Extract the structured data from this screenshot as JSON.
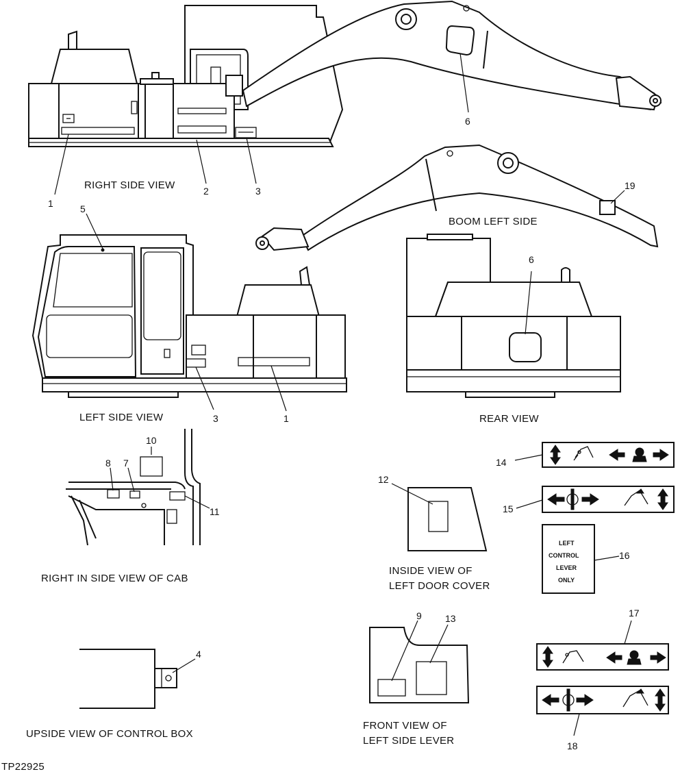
{
  "views": {
    "right_side": "RIGHT SIDE VIEW",
    "boom_left": "BOOM LEFT SIDE",
    "left_side": "LEFT SIDE VIEW",
    "rear": "REAR VIEW",
    "right_inside_cab": "RIGHT IN SIDE VIEW OF CAB",
    "inside_left_door_1": "INSIDE VIEW OF",
    "inside_left_door_2": "LEFT DOOR COVER",
    "upside_control_box": "UPSIDE VIEW OF CONTROL BOX",
    "front_left_lever_1": "FRONT VIEW OF",
    "front_left_lever_2": "LEFT SIDE LEVER"
  },
  "callouts": {
    "rs_1": "1",
    "rs_2": "2",
    "rs_3": "3",
    "rs_6": "6",
    "bl_19": "19",
    "ls_5": "5",
    "ls_3": "3",
    "ls_1": "1",
    "rv_6": "6",
    "cab_10": "10",
    "cab_8": "8",
    "cab_7": "7",
    "cab_11": "11",
    "cb_4": "4",
    "dc_12": "12",
    "lv_9": "9",
    "lv_13": "13",
    "d_14": "14",
    "d_15": "15",
    "d_16": "16",
    "d_17": "17",
    "d_18": "18"
  },
  "decal_16": {
    "line1": "LEFT",
    "line2": "CONTROL",
    "line3": "LEVER",
    "line4": "ONLY"
  },
  "figure_id": "TP22925"
}
